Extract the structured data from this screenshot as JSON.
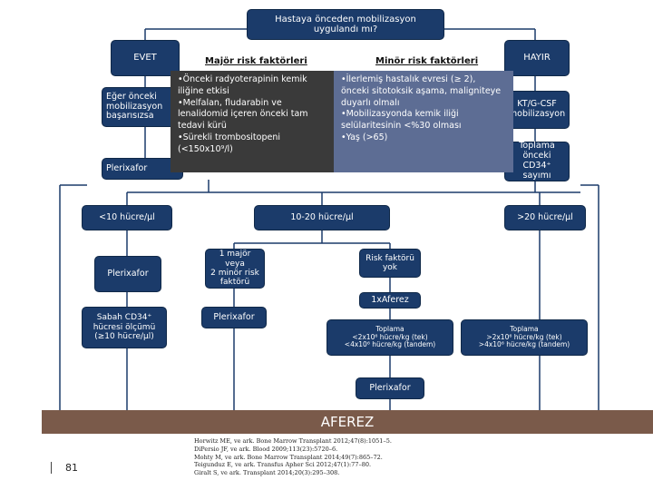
{
  "question": "Hastaya önceden mobilizasyon uygulandı mı?",
  "yes_box": "EVET",
  "no_box": "HAYIR",
  "yes_detail_partial": "Eğer önceki\nmobilizasyon\nbaşarısızsa",
  "no_detail_partial": "KT/G-CSF\nmobilizasyon",
  "plerixafor_partial": "Plerixafor",
  "toplama_right": "Toplama\nönceki CD34⁺\nsayımı",
  "major": {
    "title": "Majör risk faktörleri",
    "items": [
      "•Önceki radyoterapinin kemik iliğine etkisi",
      "•Melfalan, fludarabin ve lenalidomid içeren önceki tam tedavi kürü",
      "•Sürekli trombositopeni (<150x10⁹/l)"
    ]
  },
  "minor": {
    "title": "Minör risk faktörleri",
    "items": [
      "•İlerlemiş hastalık evresi (≥ 2), önceki sitotoksik aşama, maligniteye duyarlı olmalı",
      "•Mobilizasyonda kemik iliği selülaritesinin <%30 olması",
      "•Yaş (>65)"
    ]
  },
  "branch_low": "<10 hücre/µl",
  "branch_mid": "10-20 hücre/µl",
  "branch_high": ">20 hücre/µl",
  "plerixafor_low": "Plerixafor",
  "major_minor_box": "1 majör veya\n2 minör risk\nfaktörü",
  "no_risk_box": "Risk faktörü\nyok",
  "one_x_aferez": "1xAferez",
  "morning_cd34": "Sabah CD34⁺\nhücresi ölçümü\n(≥10 hücre/µl)",
  "plerixafor_mid": "Plerixafor",
  "toplama_low": "Toplama\n<2x10⁶ hücre/kg (tek)\n<4x10⁶ hücre/kg (tandem)",
  "toplama_high": "Toplama\n>2x10⁶ hücre/kg (tek)\n>4x10⁶ hücre/kg (tandem)",
  "plerixafor_bottom": "Plerixafor",
  "aferez": "AFEREZ",
  "references": [
    "Horwitz ME, ve ark. Bone Marrow Transplant 2012;47(8):1051–5.",
    "DiPersio JF, ve ark. Blood 2009;113(23):5720–6.",
    "Mohty M, ve ark. Bone Marrow Transplant 2014;49(7):865–72.",
    "Teigunduz E, ve ark. Transfus Apher Sci 2012;47(1):77–80.",
    "Giralt S, ve ark. Transplant 2014;20(3):295–308."
  ],
  "page_number": "81",
  "colors": {
    "box": "#1b3b6a",
    "major_bg": "#3a3a3a",
    "minor_bg": "#5d6d94",
    "aferez_bg": "#7a5a4a",
    "line": "#1b3b6a"
  }
}
